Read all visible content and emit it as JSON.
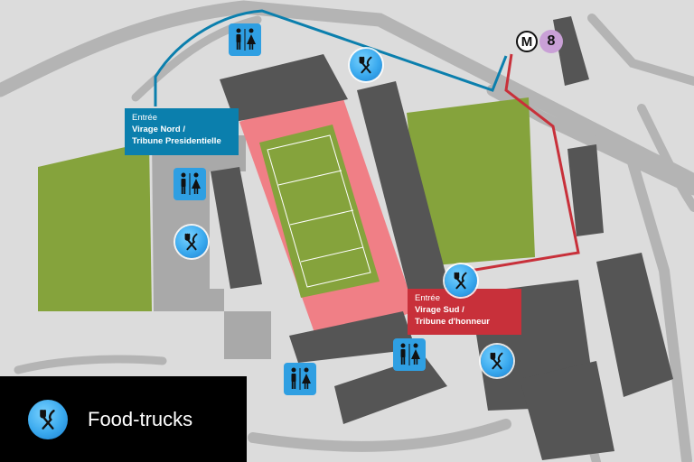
{
  "colors": {
    "background": "#dcdcdc",
    "road": "#b4b4b4",
    "building": "#555555",
    "grass": "#85a33c",
    "track": "#f07f86",
    "forecourt": "#a9a9a9",
    "route_blue": "#0b7fad",
    "route_red": "#c8303a",
    "metro_line_8": "#c9a0d6",
    "icon_blue": "#2f9fe2"
  },
  "entrances": [
    {
      "id": "nord",
      "line1": "Entrée",
      "line2": "Virage Nord /",
      "line3": "Tribune Presidentielle",
      "color": "#0b7fad"
    },
    {
      "id": "sud",
      "line1": "Entrée",
      "line2": "Virage Sud /",
      "line3": "Tribune d'honneur",
      "color": "#c8303a"
    }
  ],
  "metro": {
    "symbol": "M",
    "line": "8"
  },
  "icons": {
    "food": "fork-knife-icon",
    "toilets": "toilets-icon",
    "food_truck_count": 4,
    "toilet_count": 4
  },
  "legend": {
    "icon": "fork-knife-icon",
    "label": "Food-trucks"
  }
}
